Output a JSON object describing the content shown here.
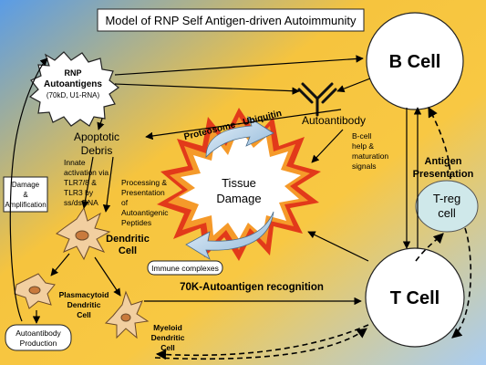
{
  "title": "Model of RNP Self Antigen-driven Autoimmunity",
  "rnp": {
    "line1": "RNP",
    "line2": "Autoantigens",
    "line3": "(70kD, U1-RNA)"
  },
  "b_cell": "B Cell",
  "t_cell": "T Cell",
  "treg": {
    "line1": "T-reg",
    "line2": "cell"
  },
  "antigen_presentation": {
    "line1": "Antigen",
    "line2": "Presentation"
  },
  "autoantibody": "Autoantibody",
  "proteosome": "Proteosome - Ubiquitin",
  "apoptotic": {
    "line1": "Apoptotic",
    "line2": "Debris"
  },
  "innate": [
    "Innate",
    "activation via",
    "TLR7/8  &",
    "TLR3 by",
    "ss/dsRNA"
  ],
  "processing": [
    "Processing &",
    "Presentation",
    "of",
    "Autoantigenic",
    "Peptides"
  ],
  "bcell_help": [
    "B-cell",
    "help &",
    "maturation",
    "signals"
  ],
  "tissue": {
    "line1": "Tissue",
    "line2": "Damage"
  },
  "dendritic": {
    "line1": "Dendritic",
    "line2": "Cell"
  },
  "immune_complexes": "Immune complexes",
  "recognition": "70K-Autoantigen recognition",
  "damage_amp": {
    "line1": "Damage",
    "line2": "&",
    "line3": "Amplification"
  },
  "plasmacytoid": {
    "line1": "Plasmacytoid",
    "line2": "Dendritic",
    "line3": "Cell"
  },
  "myeloid": {
    "line1": "Myeloid",
    "line2": "Dendritic",
    "line3": "Cell"
  },
  "autoantibody_production": {
    "line1": "Autoantibody",
    "line2": "Production"
  },
  "colors": {
    "bg_left": "#6aa6e6",
    "bg_mid": "#f7c840",
    "bg_right": "#a7ccf0",
    "treg_fill": "#cfe8ea",
    "cell_body": "#f2cfa0",
    "burst_red": "#e23a1a",
    "burst_orange": "#f59a2a"
  }
}
